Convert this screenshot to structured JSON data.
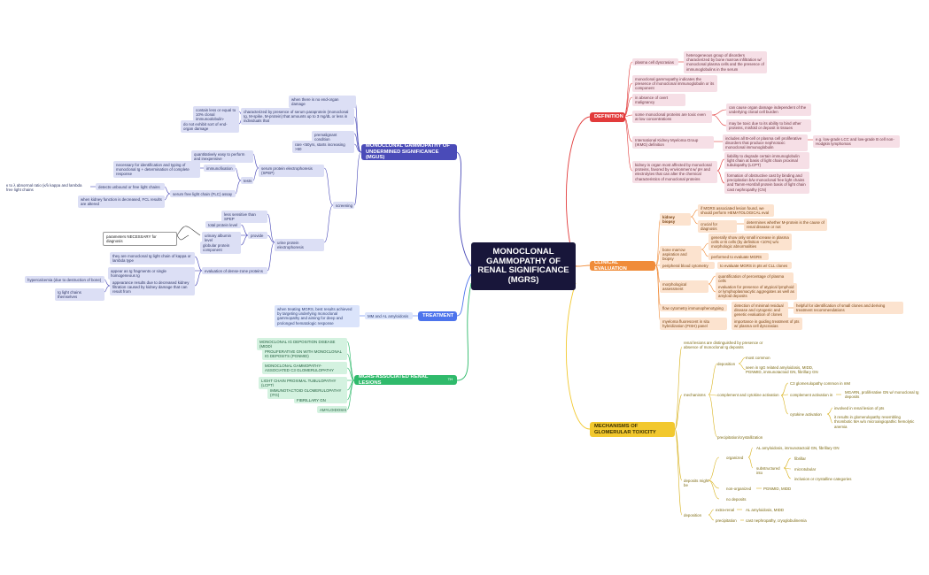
{
  "main_title": "MONOCLONAL GAMMOPATHY OF RENAL SIGNIFICANCE (MGRS)",
  "branches": {
    "definition": "DEFINITION",
    "clinical": "CLINICAL EVALUATION",
    "mechanisms": "MECHANISMS OF GLOMERULAR TOXICITY",
    "mgus": "MONOCLONAL GAMMOPATHY OF UNDERMINED SIGNIFICANCE (MGUS)",
    "treatment": "TREATMENT",
    "lesions": "MGRS-ASSOCIATED RENAL LESIONS",
    "lesions_badge": "TH"
  },
  "definition": {
    "pcd": "plasma cell dyscrasias",
    "pcd_desc": "heterogeneous group of disorders characterized by bone marrow infiltration w/ monoclonal plasma cells and the presence of immunoglobulins in the serum",
    "mg": "monoclonal gammopathy indicates the presence of monoclonal immunoglobulin or its component",
    "absence": "in absence of overt malignancy",
    "toxic": "some monoclonal proteins are toxic even at low concentrations",
    "toxic_a": "can cause organ damage independent of the underlying clonal cell burden",
    "toxic_b": "may be toxic due to its ability to bind other proteins, misfold or deposit in tissues",
    "imwg": "International Kidney Myeloma Group (IKMG) definition",
    "imwg_a": "includes all B-cell or plasma cell proliferative disorders that produce nephrotoxic monoclonal immunoglobulin",
    "imwg_b": "e.g. low-grade LCC and low-grade B cell non-Hodgkin lymphomas",
    "kidney": "kidney is organ most affected by monoclonal proteins, favored by environment w/ pH and electrolytes that can alter the chemical characteristics of monoclonal proteins",
    "kidney_a": "liability to degrade certain immunoglobulin light chain at basis of light chain proximal tubulopathy (LCPT)",
    "kidney_b": "formation of obstructive cast by binding and precipitation b/w monoclonal free light chains and Tamm-Horsfall protein basis of light chain cast nephropathy (CN)"
  },
  "clinical": {
    "biopsy": "kidney biopsy",
    "biopsy_a": "if MGRS associated lesion found, we should perform HEMATOLOGICAL eval",
    "diagnosis": "crucial for diagnosis",
    "diagnosis_a": "determines whether M-protein is the cause of renal disease or not",
    "marrow": "bone marrow aspiration and biopsy",
    "marrow_a": "generally show only small increase in plasma cells or B cells (by definition <10%) w/o morphologic abnormalities",
    "marrow_b": "performed to evaluate MGRS",
    "cytometry": "peripheral blood cytometry",
    "cytometry_a": "to evaluate MGRS in pts w/ CLL clones",
    "morph": "morphological assessment",
    "morph_a": "quantification of percentage of plasma cells",
    "morph_b": "evaluation for presence of atypical lymphoid or lymphoplasmacytic aggregates as well as amyloid deposits",
    "flow": "flow cytometry immunophenotyping",
    "flow_a": "detection of minimal residual disease and cytogenic and genetic evaluation of clones",
    "flow_b": "helpful for identification of small clones and deriving treatment recommendations",
    "fish": "myeloma fluorescent in situ hybridization (FISH) panel",
    "fish_a": "importance in guiding treatment of pts w/ plasma cell dyscrasias"
  },
  "mechanisms": {
    "intro": "renal lesions are distinguished by presence or absence of monoclonal Ig deposits",
    "mech": "mechanisms",
    "deposition": "deposition",
    "dep_a": "most common",
    "dep_b": "seen in IgG related amyloidosis, MIDD, PGNMID, immunotactoid GN, fibrillary GN",
    "complement": "complement and cytokine activation",
    "comp_a": "C3 glomerulopathy common in mM",
    "comp_b": "complement activation in",
    "comp_b1": "MGARN, proliferative GN w/ monoclonal Ig deposits",
    "cyto": "cytokine activation",
    "cyto_a": "involved in renal lesion of pts",
    "cyto_b": "it results in glomerulopathy resembling thrombotic MA w/o microangiopathic hemolytic anemia",
    "precip": "precipitation/crystallization",
    "deposits": "deposits might be",
    "organized": "organized",
    "org_a": "AL amyloidosis, immunotactoid GN, fibrillary GN",
    "substruct": "substructured into",
    "fibrillar": "fibrillar",
    "micro": "microtubular",
    "inclusion": "inclusion or crystalline categories",
    "nonorg": "non-organized",
    "nonorg_a": "PGNMID, MIDD",
    "nodep": "no deposits",
    "deposition2": "deposition",
    "extra": "extra-renal",
    "extra_a": "AL amyloidosis, MIDD",
    "precip2": "precipitation",
    "precip2_a": "cast nephropathy, cryoglobulinemia"
  },
  "mgus": {
    "noend": "when there is no end-organ damage",
    "char": "characterized by presence of serum paraprotein (monoclonal Ig, M-spike, M-protein) that amounts up to 3 mg/dL or less in individuals that",
    "char_a": "contain less or equal to 10% clonal immunoglobulin-producing cells",
    "char_b": "do not exhibit sort of end-organ damage",
    "premal": "premalignant condition",
    "rare": "rare <50yrs, starts increasing >50",
    "screening": "screening",
    "spep": "serum protein electrophoresis (SPEP)",
    "spep_a": "quantitatively easy to perform and inexpensive",
    "tests": "tests",
    "ife": "immunofixation",
    "ife_a": "necessary for identification and typing of monoclonal Ig + determination of complete response",
    "flc": "serum free light chain (FLC) assay",
    "flc_a": "detects unbound or free light chains",
    "flc_a1": "κ to λ abnormal ratio (κ/λ kappa and lambda free light chains",
    "flc_b": "when kidney function is decreased, FCL results are altered",
    "upep": "urine protein electrophoresis",
    "upep_a": "less sensitive than SPEP",
    "provide": "provide",
    "tp": "total protein level",
    "ua": "urinary albumin level",
    "gc": "globular protein component",
    "param": "parameters NECESSARY for diagnosis",
    "dense": "evaluation of dense-zone proteins",
    "dense_a": "they are monoclonal Ig light chain of kappa or lambda type",
    "dense_b": "appear as Ig fragments or single homogeneous Ig",
    "dense_c": "appearance results due to decreased kidney filtration caused by kidney damage that can result from",
    "hyper": "hypercalcemia (due to destruction of bone)",
    "lcthem": "Ig light chains themselves"
  },
  "treatment": {
    "mm": "MM and AL amyloidosis",
    "desc": "when treating MGRS, best results achieved by targeting underlying monoclonal gammopathy and aiming for deep and prolonged hematologic response"
  },
  "lesions": [
    "MONOCLONAL IG DEPOSITION DISEASE (MIDD)",
    "PROLIFERATIVE GN WITH MONOCLONAL IG DEPOSITS (PGNMID)",
    "MONOCLONAL GAMMOPATHY-ASSOCIATED C3 GLOMERULOPATHY",
    "LIGHT CHAIN PROXIMAL TUBULOPATHY (LCPT)",
    "IMMUNOTACTOID GLOMERULOPATHY (ITG)",
    "FIBRILLARY GN",
    "AMYLOIDOSIS"
  ],
  "colors": {
    "definition": "#e23b3b",
    "clinical": "#f08c3a",
    "mechanisms": "#f2c82e",
    "mgus": "#4a4bb8",
    "treatment": "#4d74ec",
    "lesions": "#2fba6b",
    "center": "#18163a"
  }
}
